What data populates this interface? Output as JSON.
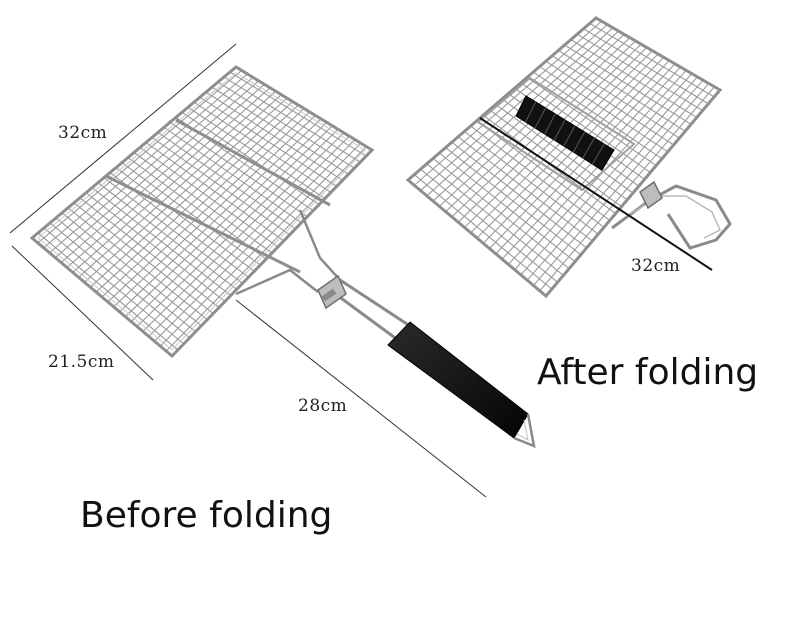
{
  "dimensions": {
    "before_width": "32cm",
    "before_depth": "21.5cm",
    "handle_length": "28cm",
    "after_width": "32cm"
  },
  "captions": {
    "after": "After folding",
    "before": "Before folding"
  },
  "colors": {
    "wire": "#9a9a9a",
    "handle": "#161616",
    "text": "#111111"
  }
}
